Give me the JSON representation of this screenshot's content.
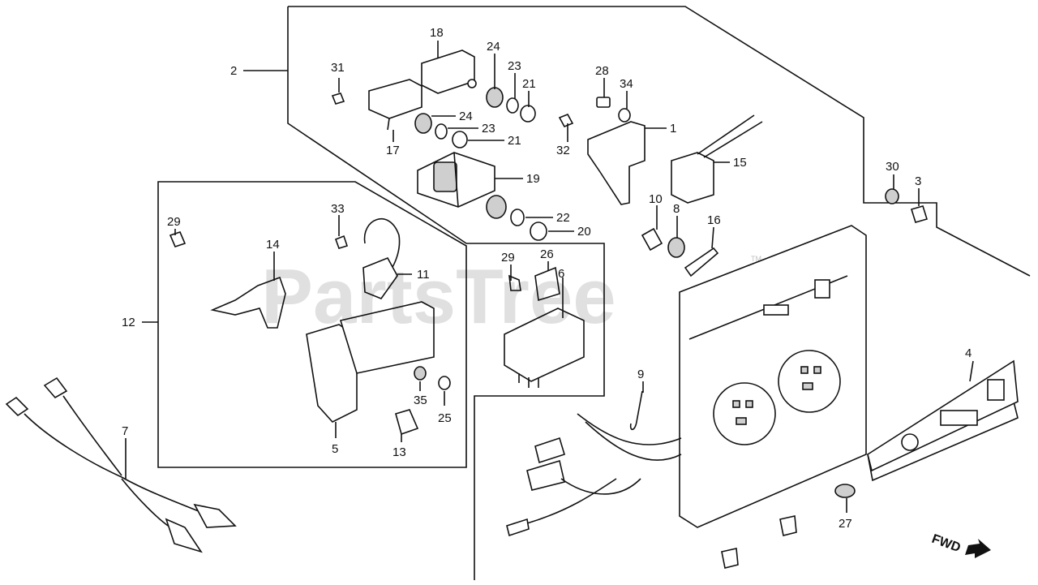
{
  "watermark": {
    "text": "PartsTree",
    "trademark": "TM"
  },
  "direction": "FWD",
  "callouts": [
    "1",
    "2",
    "3",
    "4",
    "5",
    "6",
    "7",
    "8",
    "9",
    "10",
    "11",
    "12",
    "13",
    "14",
    "15",
    "16",
    "17",
    "18",
    "19",
    "20",
    "21",
    "22",
    "23",
    "24",
    "25",
    "26",
    "27",
    "28",
    "29",
    "30",
    "31",
    "32",
    "33",
    "34",
    "35"
  ],
  "labels": {
    "n1": "1",
    "n2": "2",
    "n3": "3",
    "n4": "4",
    "n5": "5",
    "n6": "6",
    "n7": "7",
    "n8": "8",
    "n9": "9",
    "n10": "10",
    "n11": "11",
    "n12": "12",
    "n13": "13",
    "n14": "14",
    "n15": "15",
    "n16": "16",
    "n17": "17",
    "n18": "18",
    "n19": "19",
    "n20": "20",
    "n21a": "21",
    "n21b": "21",
    "n22": "22",
    "n23a": "23",
    "n23b": "23",
    "n24a": "24",
    "n24b": "24",
    "n25": "25",
    "n26": "26",
    "n27": "27",
    "n28": "28",
    "n29a": "29",
    "n29b": "29",
    "n30": "30",
    "n31": "31",
    "n32": "32",
    "n33": "33",
    "n34": "34",
    "n35": "35"
  }
}
